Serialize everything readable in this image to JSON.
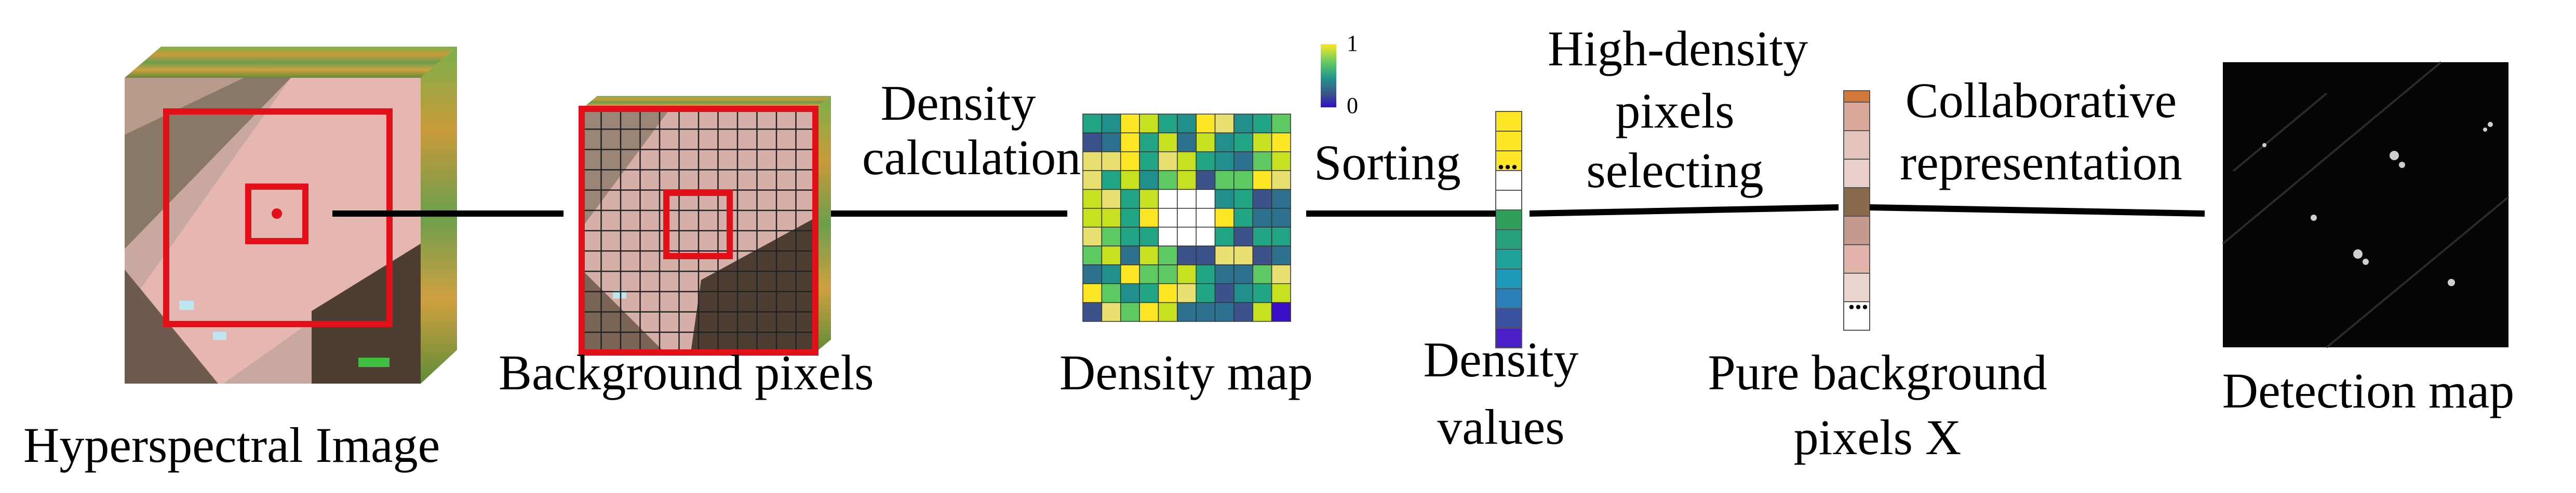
{
  "figure": {
    "labels": {
      "hyperspectral_image": "Hyperspectral Image",
      "background_pixels": "Background pixels",
      "density_calculation_line1": "Density",
      "density_calculation_line2": "calculation",
      "density_map": "Density map",
      "sorting": "Sorting",
      "density_values_line1": "Density",
      "density_values_line2": "values",
      "high_density_line1": "High-density",
      "high_density_line2": "pixels",
      "high_density_line3": "selecting",
      "pure_background_line1": "Pure background",
      "pure_background_line2": "pixels X",
      "collaborative_line1": "Collaborative",
      "collaborative_line2": "representation",
      "detection_map": "Detection map"
    },
    "colorbar": {
      "max_label": "1",
      "min_label": "0"
    },
    "ellipsis": "...",
    "colors": {
      "window_red": "#e3101a",
      "arrow": "#000000",
      "colormap": [
        "#440154",
        "#3b528b",
        "#21908d",
        "#5dc963",
        "#fde725"
      ]
    }
  }
}
